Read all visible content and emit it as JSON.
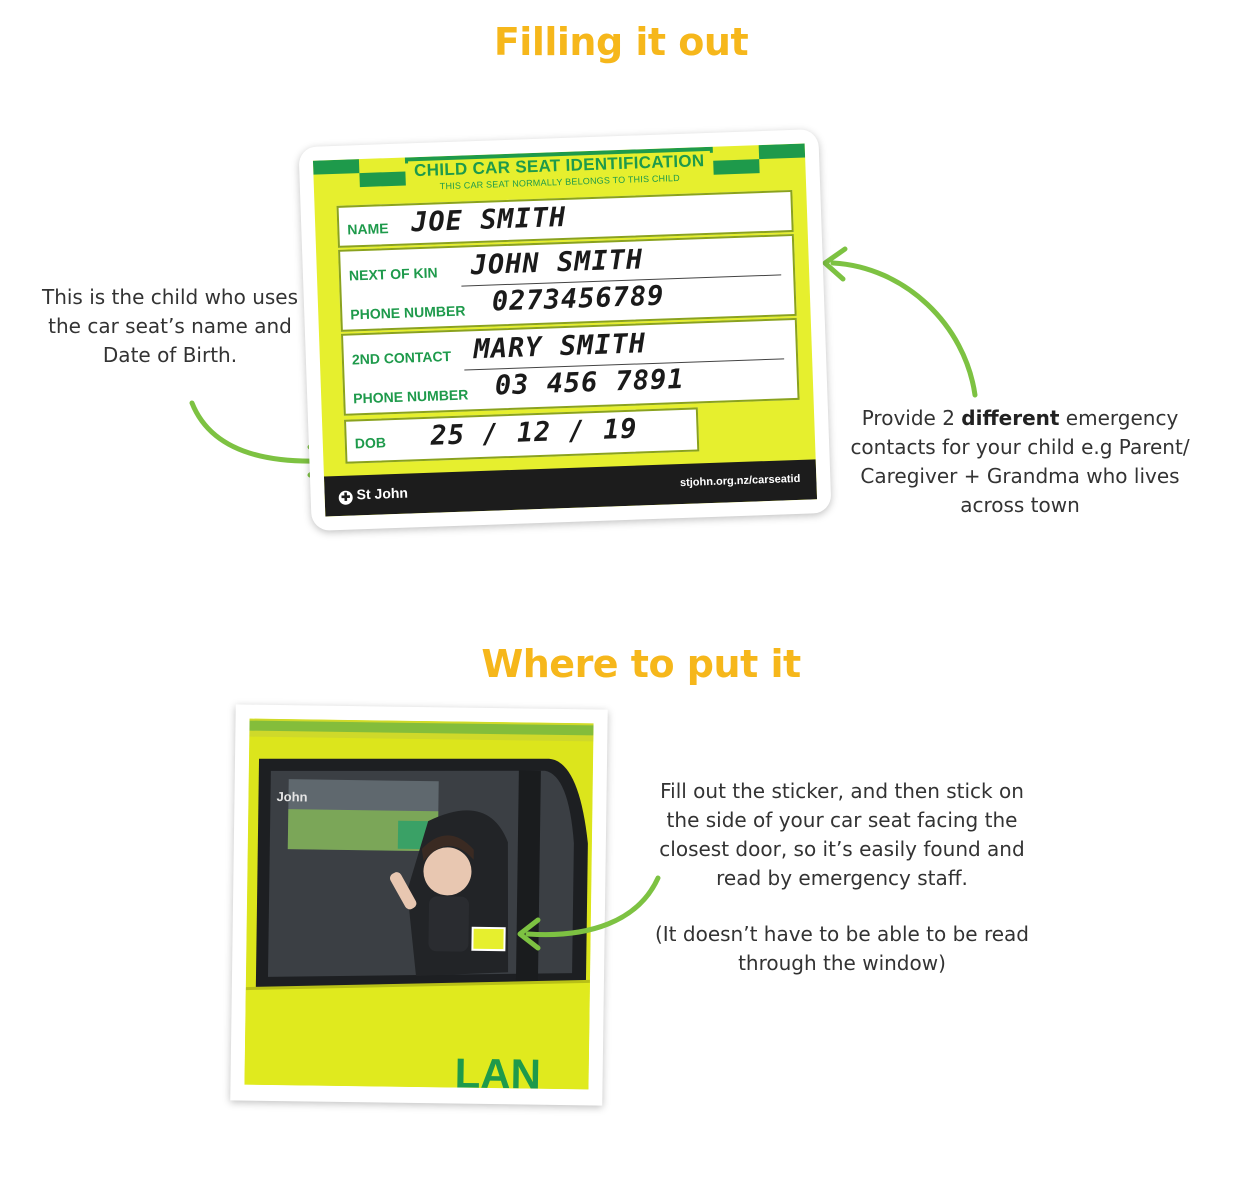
{
  "sections": {
    "filling": {
      "title": "Filling it out"
    },
    "placement": {
      "title": "Where to put it"
    }
  },
  "notes": {
    "child_info": "This is the child who uses the car seat’s name and Date of Birth.",
    "contacts_pre": "Provide 2 ",
    "contacts_bold": "different",
    "contacts_post": " emergency contacts for your child e.g Parent/ Caregiver + Grandma who lives across town",
    "placement_main": "Fill out the sticker, and then stick on the side of your car seat facing the closest door, so it’s easily found and read by emergency staff.",
    "placement_aside": "(It doesn’t have to be able to be read through the window)"
  },
  "card": {
    "title": "CHILD CAR SEAT IDENTIFICATION",
    "subtitle": "THIS CAR SEAT NORMALLY BELONGS TO THIS CHILD",
    "fields": {
      "name_label": "NAME",
      "name_value": "JOE SMITH",
      "kin_label": "NEXT OF KIN",
      "kin_value": "JOHN SMITH",
      "phone1_label": "PHONE NUMBER",
      "phone1_value": "0273456789",
      "contact2_label": "2ND CONTACT",
      "contact2_value": "MARY SMITH",
      "phone2_label": "PHONE NUMBER",
      "phone2_value": "03 456 7891",
      "dob_label": "DOB",
      "dob_value": "25 / 12 / 19"
    },
    "brand": "St John",
    "url": "stjohn.org.nz/carseatid"
  },
  "photo": {
    "door_text": "John",
    "side_text": "LAN"
  },
  "colors": {
    "heading": "#F6B71B",
    "arrow": "#7DC242",
    "card_yellow": "#E6EF2E",
    "card_green": "#1E9A4B"
  }
}
